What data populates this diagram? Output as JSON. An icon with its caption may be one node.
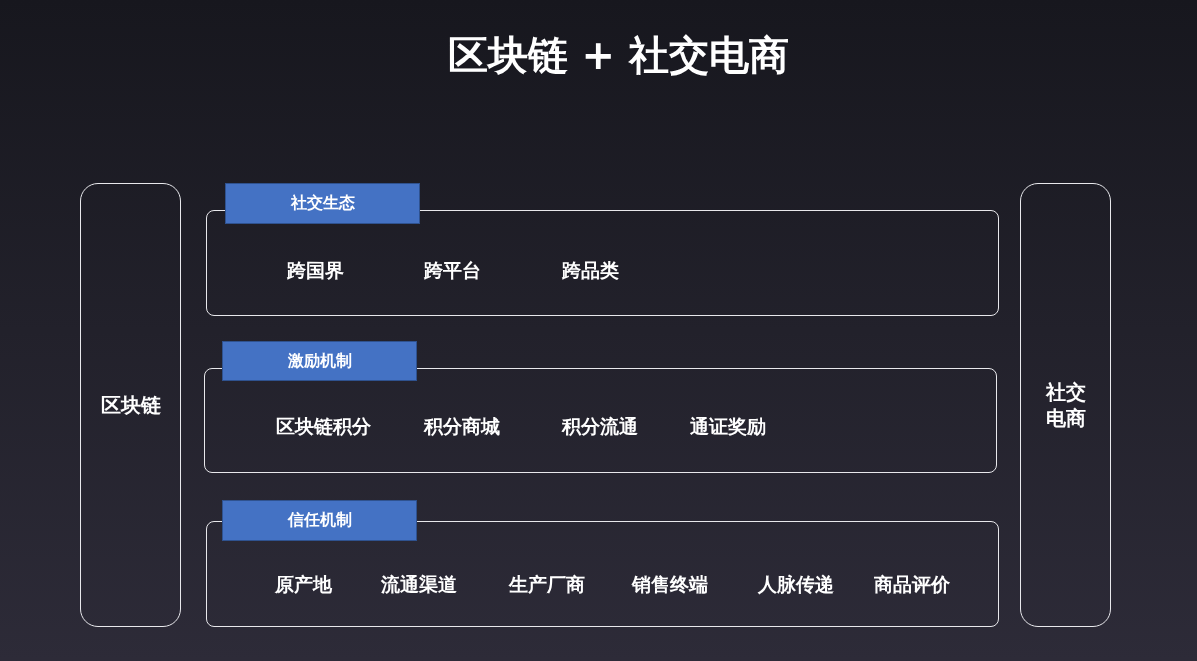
{
  "diagram": {
    "title": "区块链 + 社交电商",
    "nodes": [
      {
        "text": [
          "区块链"
        ]
      },
      {
        "text": [
          "社交生态"
        ]
      },
      {
        "text": [
          "跨国界",
          "跨平台",
          "跨品类"
        ]
      },
      {
        "text": [
          "激励机制"
        ]
      },
      {
        "text": [
          "区块链积分",
          "积分商城",
          "积分流通",
          "通证奖励"
        ]
      },
      {
        "text": [
          "信任机制"
        ]
      },
      {
        "text": [
          "原产地",
          "流通渠道",
          "生产厂商",
          "销售终端",
          "人脉传递",
          "商品评价"
        ]
      },
      {
        "text": [
          "社交电商"
        ]
      }
    ]
  }
}
